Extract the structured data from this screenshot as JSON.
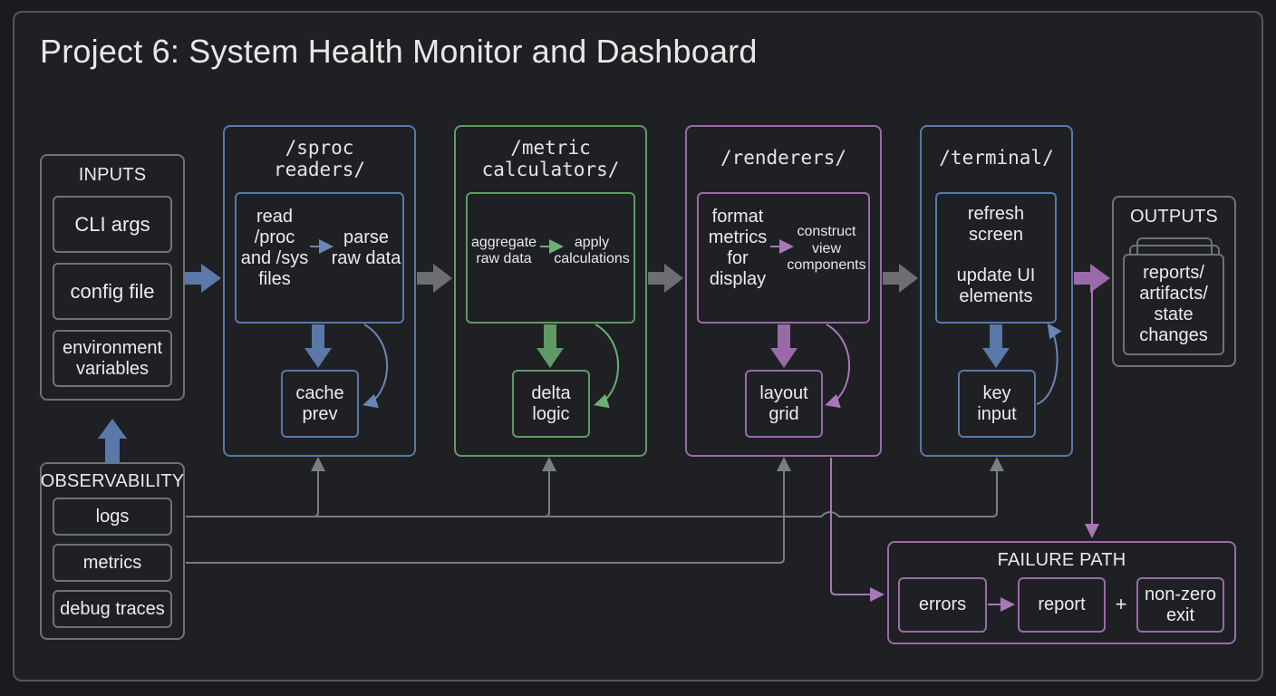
{
  "title": "Project 6: System Health Monitor and Dashboard",
  "colors": {
    "background": "#1e2024",
    "grey": "#6f7277",
    "blue": "#5a78a8",
    "green": "#5f9a62",
    "purple": "#9a6aa8",
    "arrow_grey": "#6c6e72"
  },
  "inputs": {
    "header": "INPUTS",
    "items": [
      "CLI args",
      "config file",
      "environment\nvariables"
    ]
  },
  "observability": {
    "header": "OBSERVABILITY",
    "items": [
      "logs",
      "metrics",
      "debug traces"
    ]
  },
  "sproc": {
    "header": "/sproc\nreaders/",
    "step_a": "read\n/proc\nand /sys\nfiles",
    "step_b": "parse\nraw data",
    "sub": "cache\nprev"
  },
  "metric": {
    "header": "/metric\ncalculators/",
    "step_a": "aggregate\nraw data",
    "step_b": "apply\ncalculations",
    "sub": "delta\nlogic"
  },
  "renderers": {
    "header": "/renderers/",
    "step_a": "format\nmetrics\nfor\ndisplay",
    "step_b": "construct\nview\ncomponents",
    "sub": "layout\ngrid"
  },
  "terminal": {
    "header": "/terminal/",
    "step_a": "refresh\nscreen",
    "step_b": "update UI\nelements",
    "sub": "key\ninput"
  },
  "outputs": {
    "header": "OUTPUTS",
    "item": "reports/\nartifacts/\nstate\nchanges"
  },
  "failure": {
    "header": "FAILURE PATH",
    "items": [
      "errors",
      "report",
      "non-zero\nexit"
    ],
    "plus": "+"
  }
}
